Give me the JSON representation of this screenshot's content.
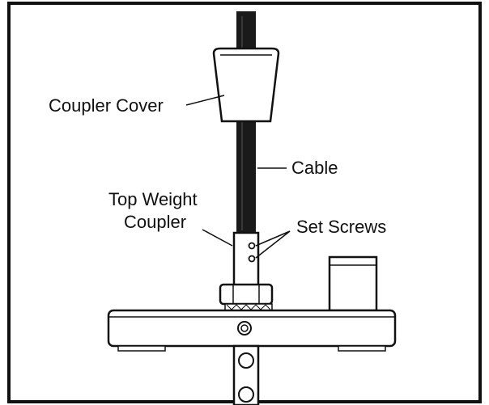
{
  "labels": {
    "coupler_cover": "Coupler Cover",
    "cable": "Cable",
    "top_weight_line1": "Top Weight",
    "top_weight_line2": "Coupler",
    "set_screws": "Set Screws"
  }
}
